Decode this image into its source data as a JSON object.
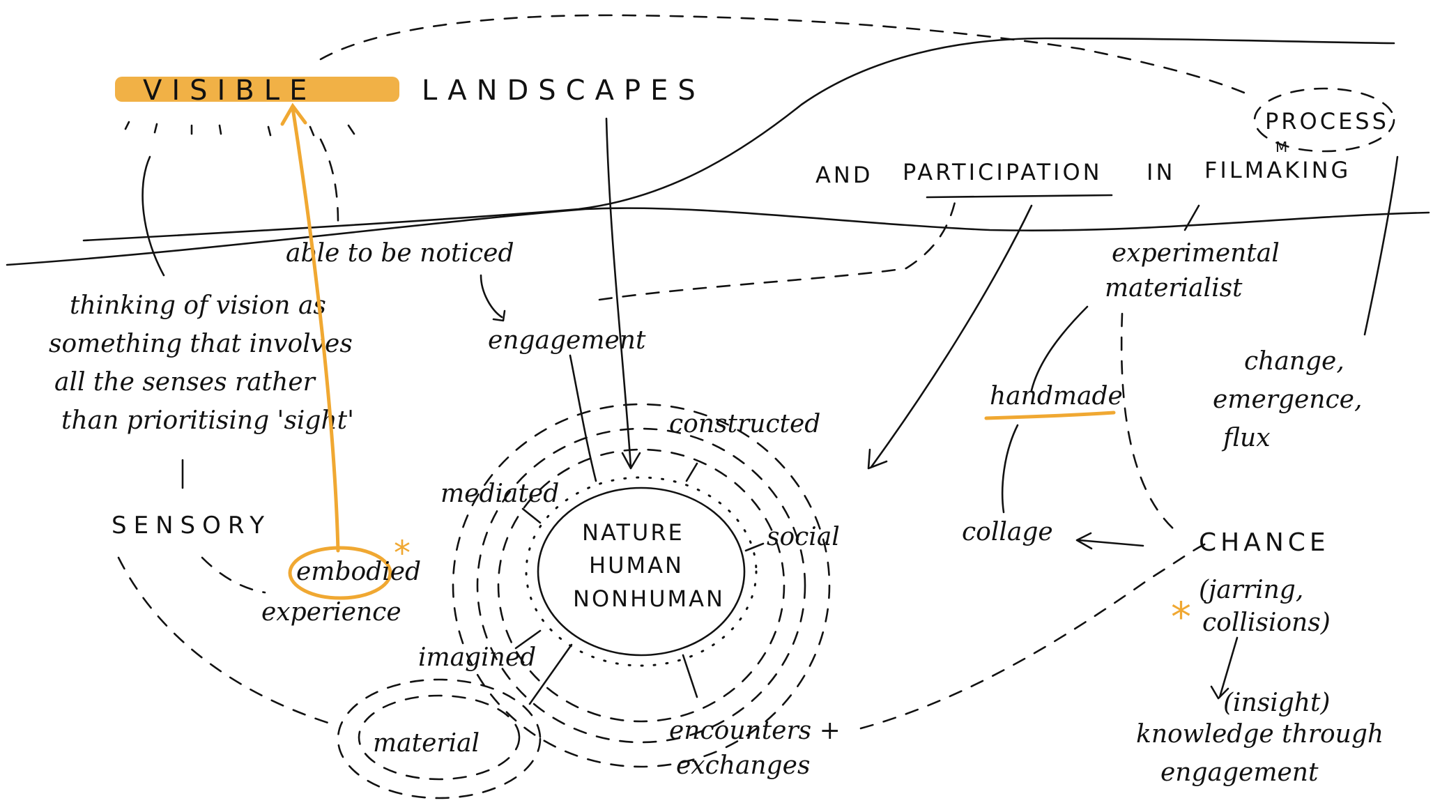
{
  "title": {
    "visible": "VISIBLE",
    "landscapes": "LANDSCAPES",
    "and": "AND",
    "participation": "PARTICIPATION",
    "in": "IN",
    "filmmaking": "FILMAKING",
    "filmmaking_insert": "M",
    "process": "PROCESS"
  },
  "notes": {
    "noticed": "able to be noticed",
    "vision_lines": [
      "thinking of vision as",
      "something that involves",
      "all the senses rather",
      "than prioritising 'sight'"
    ],
    "sensory": "SENSORY",
    "embodied": "embodied",
    "experience": "experience",
    "engagement": "engagement",
    "constructed": "constructed",
    "mediated": "mediated",
    "social": "social",
    "imagined": "imagined",
    "material": "material",
    "encounters": "encounters +",
    "exchanges": "exchanges",
    "core": [
      "NATURE",
      "HUMAN",
      "NONHUMAN"
    ],
    "experimental": "experimental",
    "materialist": "materialist",
    "handmade": "handmade",
    "collage": "collage",
    "chance": "CHANCE",
    "jarring": "(jarring,",
    "collisions": "collisions)",
    "change_lines": [
      "change,",
      "emergence,",
      "flux"
    ],
    "insight": "(insight)",
    "knowledge": "knowledge through",
    "engagement2": "engagement"
  },
  "colors": {
    "ink": "#111111",
    "accent": "#f0a832"
  }
}
